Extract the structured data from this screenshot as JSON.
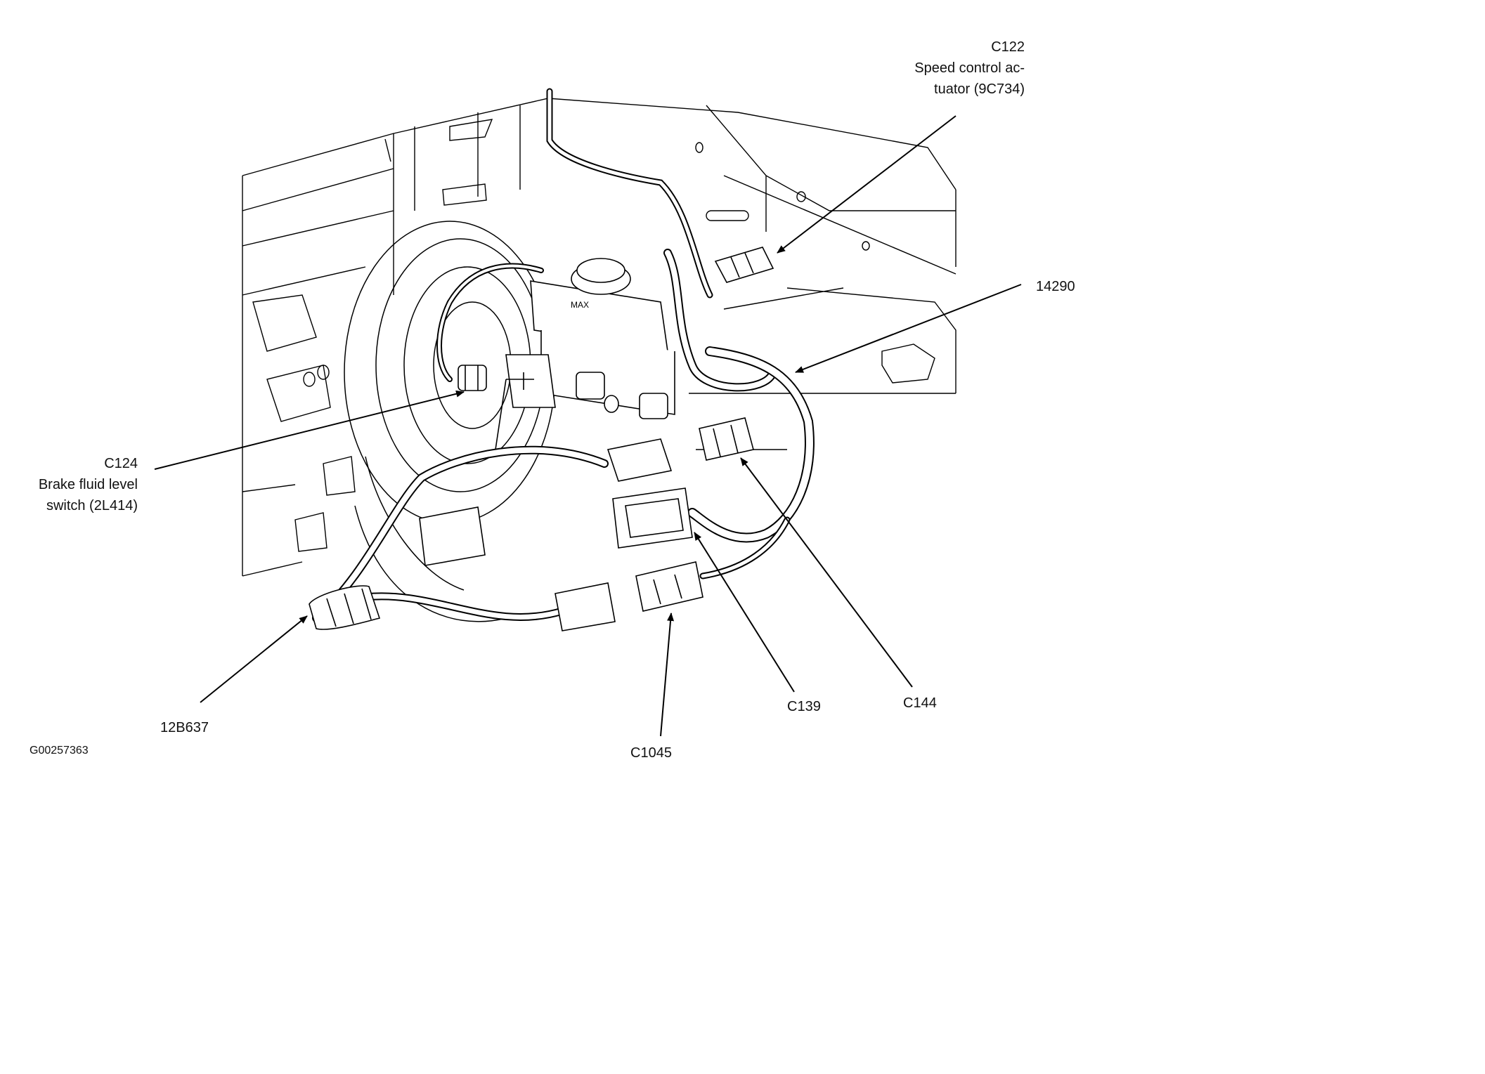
{
  "figure_code": "G00257363",
  "callouts": {
    "c122": {
      "id": "C122",
      "desc": [
        "Speed control ac-",
        "tuator (9C734)"
      ]
    },
    "p14290": {
      "id": "14290"
    },
    "c124": {
      "id": "C124",
      "desc": [
        "Brake fluid level",
        "switch (2L414)"
      ]
    },
    "p12b637": {
      "id": "12B637"
    },
    "c1045": {
      "id": "C1045"
    },
    "c139": {
      "id": "C139"
    },
    "c144": {
      "id": "C144"
    }
  },
  "reservoir_marking": "MAX"
}
